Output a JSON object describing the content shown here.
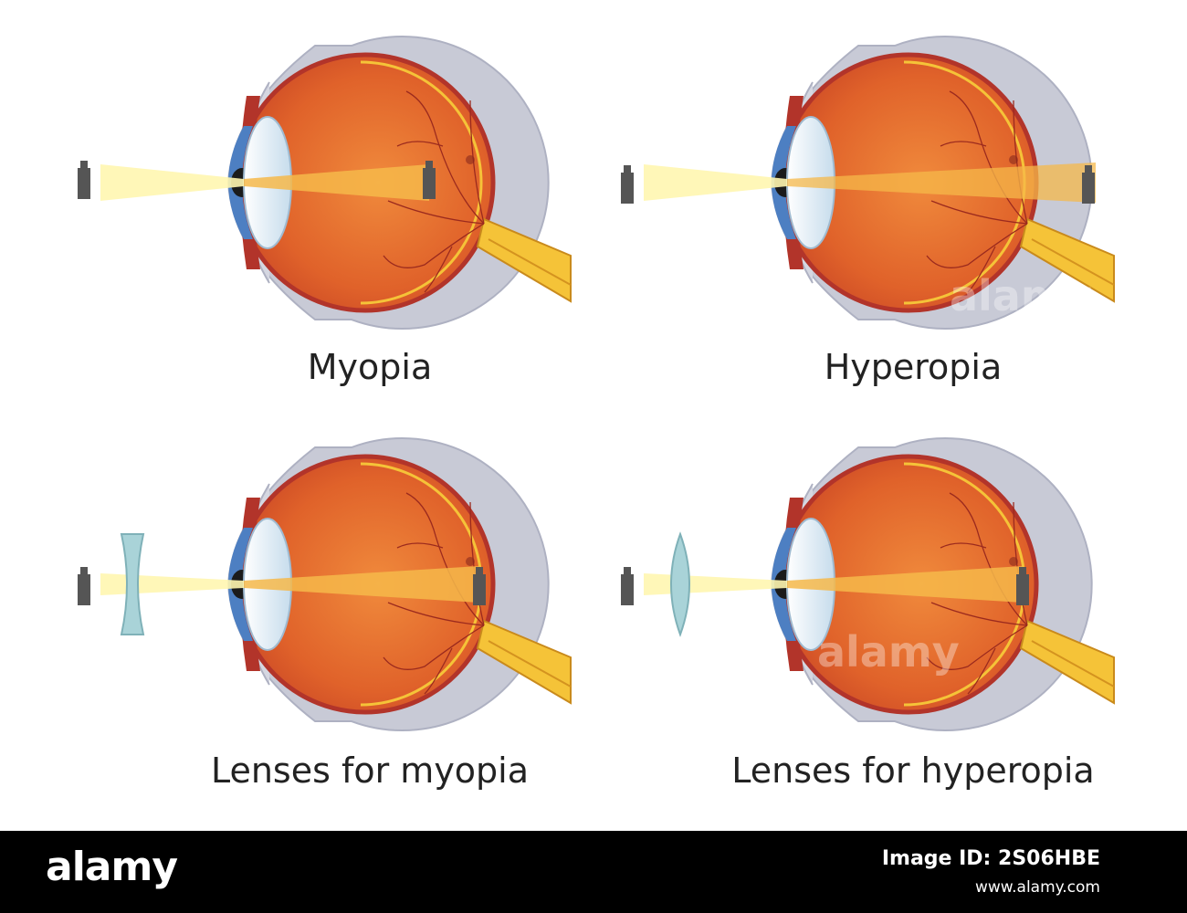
{
  "panels": [
    {
      "caption": "Myopia",
      "condition": "myopia",
      "corrective_lens": "none"
    },
    {
      "caption": "Hyperopia",
      "condition": "hyperopia",
      "corrective_lens": "none"
    },
    {
      "caption": "Lenses for myopia",
      "condition": "myopia",
      "corrective_lens": "concave"
    },
    {
      "caption": "Lenses for hyperopia",
      "condition": "hyperopia",
      "corrective_lens": "convex"
    }
  ],
  "watermark": "alamy",
  "footer": {
    "logo": "alamy",
    "image_id": "Image ID: 2S06HBE",
    "url": "www.alamy.com"
  },
  "colors": {
    "sclera_outer": "#c8cad6",
    "eyeball": "#e0622a",
    "eyeball_dark": "#b2342a",
    "iris": "#4d7fc2",
    "lens": "#e3eef8",
    "light_beam": "#fff6b0",
    "focused_beam": "#f6b84a",
    "optic_nerve": "#f5c338",
    "object": "#555555",
    "corrective_lens": "#a9d3d8",
    "footer_bg": "#000000"
  }
}
